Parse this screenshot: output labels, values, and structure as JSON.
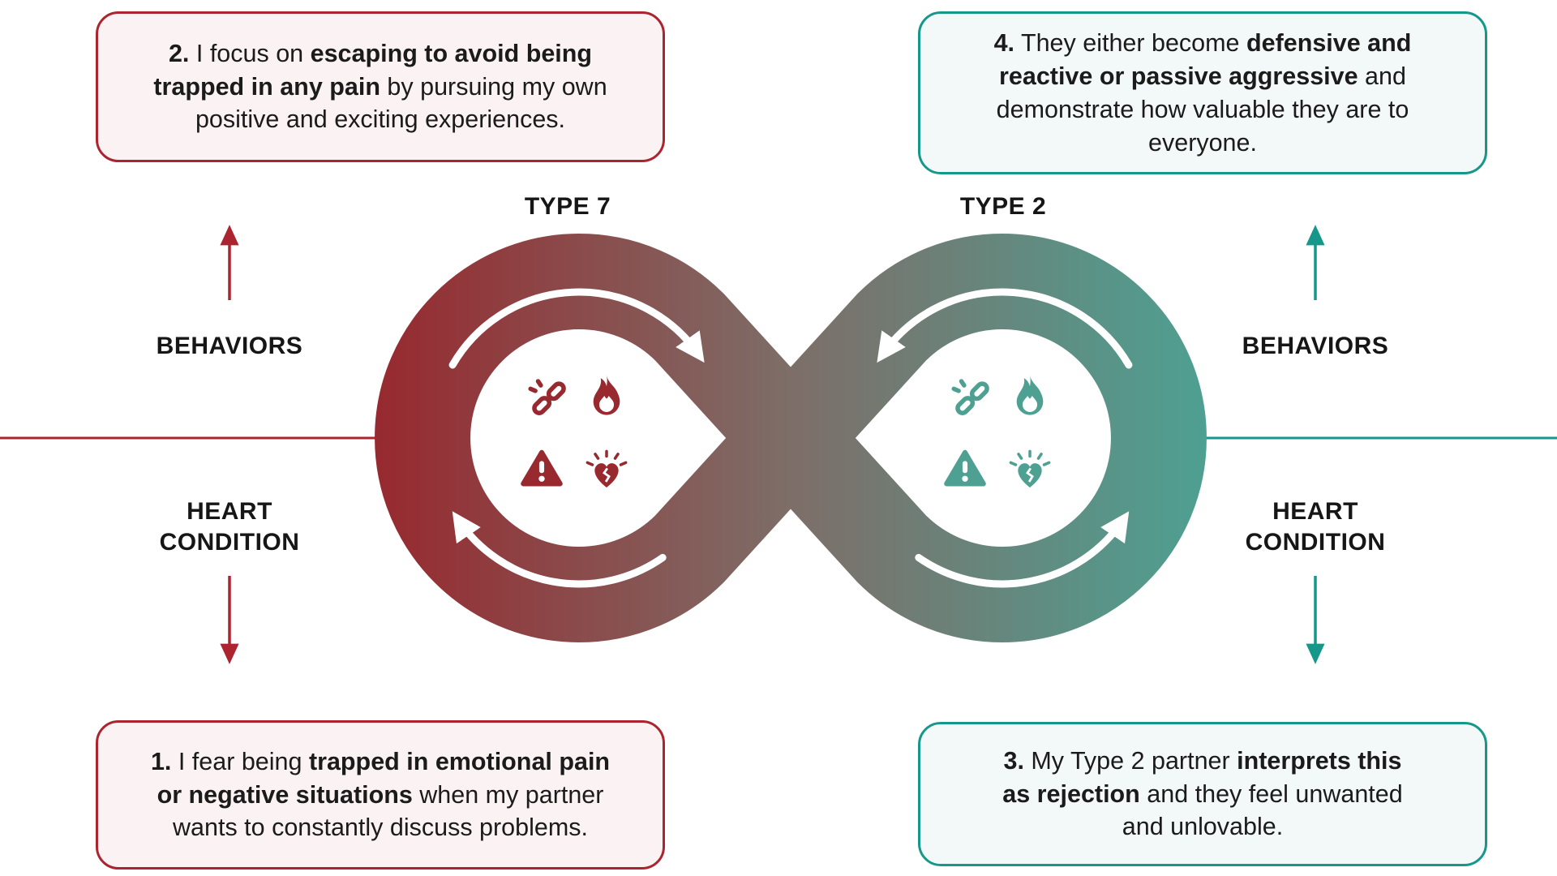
{
  "colors": {
    "red": "#AC2430",
    "red-deep": "#97292F",
    "teal": "#15988A",
    "teal-soft": "#4EA092",
    "grad-mid": "#7D6E68",
    "box-red-bg": "#FBF3F3",
    "box-teal-bg": "#F3F9F8",
    "ink": "#1B1B1B"
  },
  "loops": {
    "left": {
      "label": "TYPE 7"
    },
    "right": {
      "label": "TYPE 2"
    }
  },
  "axis": {
    "left": {
      "behaviors": "BEHAVIORS",
      "heart": "HEART CONDITION"
    },
    "right": {
      "behaviors": "BEHAVIORS",
      "heart": "HEART CONDITION"
    }
  },
  "boxes": {
    "top_left": {
      "segments": [
        {
          "t": "2.",
          "b": true
        },
        {
          "t": " I focus on ",
          "b": false
        },
        {
          "t": "escaping to avoid being trapped in any pain",
          "b": true
        },
        {
          "t": " by pursuing my own positive and exciting experiences.",
          "b": false
        }
      ]
    },
    "top_right": {
      "segments": [
        {
          "t": "4.",
          "b": true
        },
        {
          "t": " They either become ",
          "b": false
        },
        {
          "t": "defensive and reactive or passive aggressive",
          "b": true
        },
        {
          "t": " and demonstrate how valuable they are to everyone.",
          "b": false
        }
      ]
    },
    "bottom_left": {
      "segments": [
        {
          "t": "1.",
          "b": true
        },
        {
          "t": " I fear being ",
          "b": false
        },
        {
          "t": "trapped in emotional pain or negative situations",
          "b": true
        },
        {
          "t": " when my partner wants to constantly discuss problems.",
          "b": false
        }
      ]
    },
    "bottom_right": {
      "segments": [
        {
          "t": "3.",
          "b": true
        },
        {
          "t": " My Type 2 partner ",
          "b": false
        },
        {
          "t": "interprets this as rejection",
          "b": true
        },
        {
          "t": " and they feel unwanted and unlovable.",
          "b": false
        }
      ]
    }
  },
  "icons": {
    "names": [
      "broken-link-icon",
      "flame-icon",
      "warning-icon",
      "heart-burst-icon"
    ]
  }
}
